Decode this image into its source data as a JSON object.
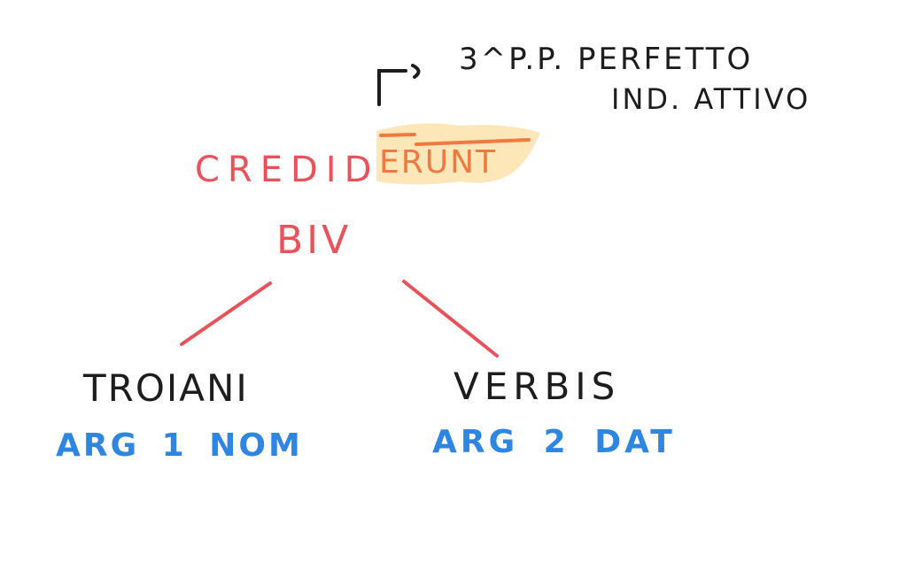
{
  "annotation": {
    "line1": "3^P.P. PERFETTO",
    "line2": "IND. ATTIVO"
  },
  "verb": {
    "stem": "CREDID",
    "ending": "ERUNT"
  },
  "valency": "BIV",
  "arguments": [
    {
      "word": "TROIANI",
      "label": "ARG 1 NOM"
    },
    {
      "word": "VERBIS",
      "label": "ARG 2 DAT"
    }
  ],
  "colors": {
    "verb": "#e8525a",
    "ending": "#ef7a3f",
    "highlight": "#fde7b8",
    "argument_label": "#2f86e0",
    "ink": "#1d1d1d"
  }
}
